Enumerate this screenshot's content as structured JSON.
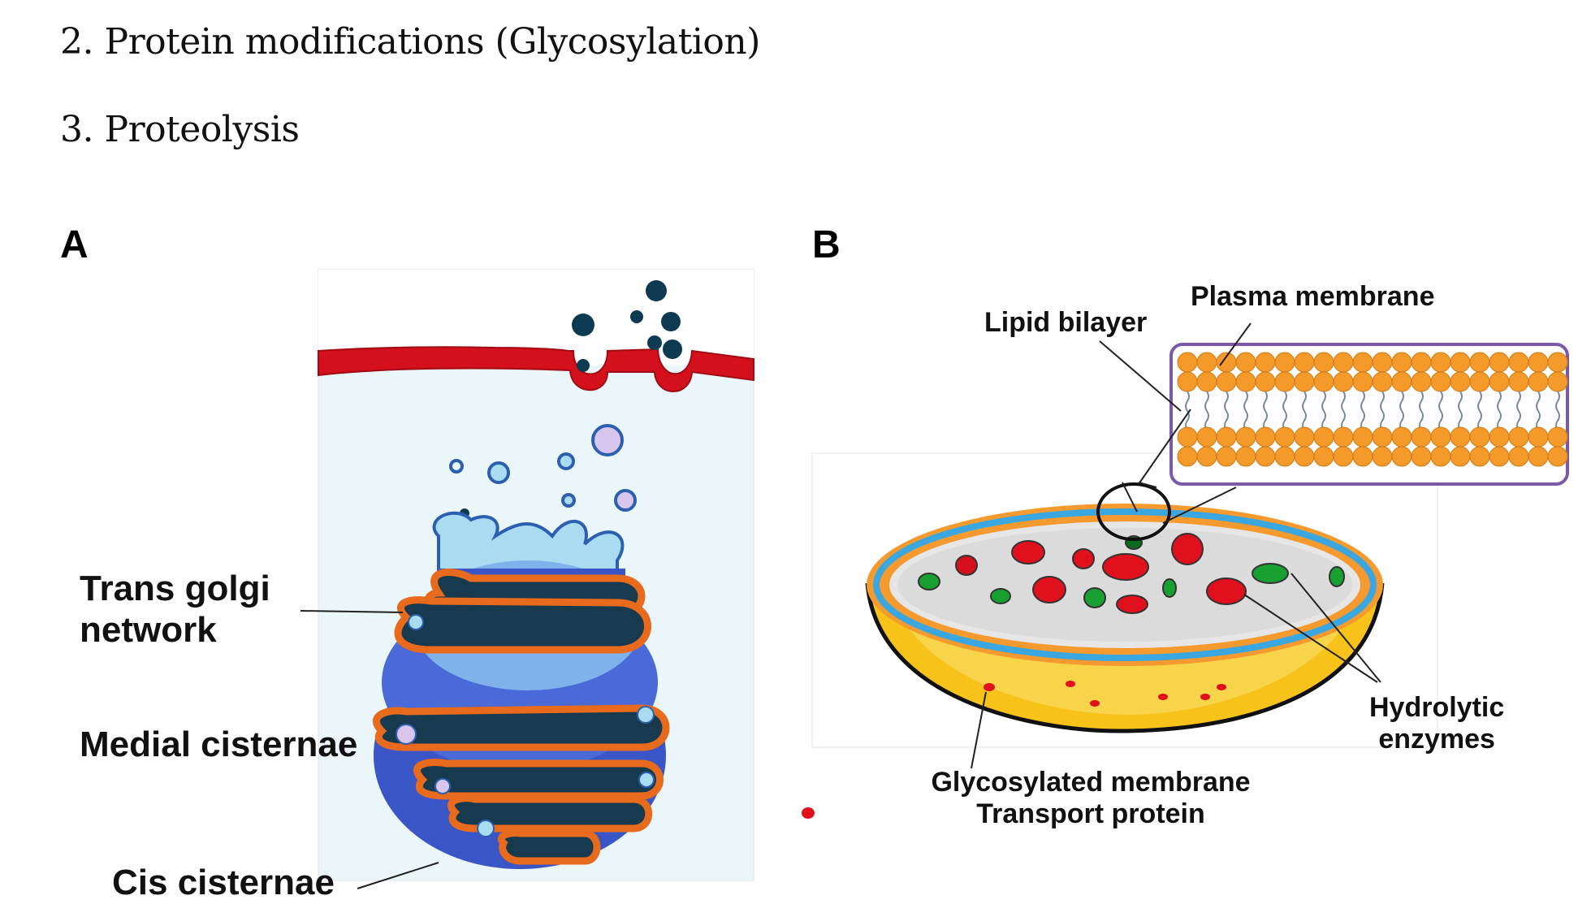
{
  "list": {
    "item2": "2. Protein modifications (Glycosylation)",
    "item3": "3. Proteolysis"
  },
  "panel_a": {
    "letter": "A",
    "labels": {
      "trans_line1": "Trans golgi",
      "trans_line2": "network",
      "medial": "Medial cisternae",
      "cis": "Cis cisternae"
    }
  },
  "panel_b": {
    "letter": "B",
    "labels": {
      "plasma_membrane": "Plasma membrane",
      "lipid_bilayer": "Lipid bilayer",
      "hydrolytic_line1": "Hydrolytic",
      "hydrolytic_line2": "enzymes",
      "glyco_line1": "Glycosylated membrane",
      "glyco_line2": "Transport protein"
    }
  },
  "colors": {
    "membrane_red": "#d4101c",
    "cistern_orange": "#e86a1c",
    "cistern_dark": "#173a4e",
    "golgi_blue": "#3a55c6",
    "lipid_orange": "#f39a2a",
    "lysosome_yellow": "#f7c21a",
    "lysosome_blue_ring": "#3aa7e0"
  }
}
